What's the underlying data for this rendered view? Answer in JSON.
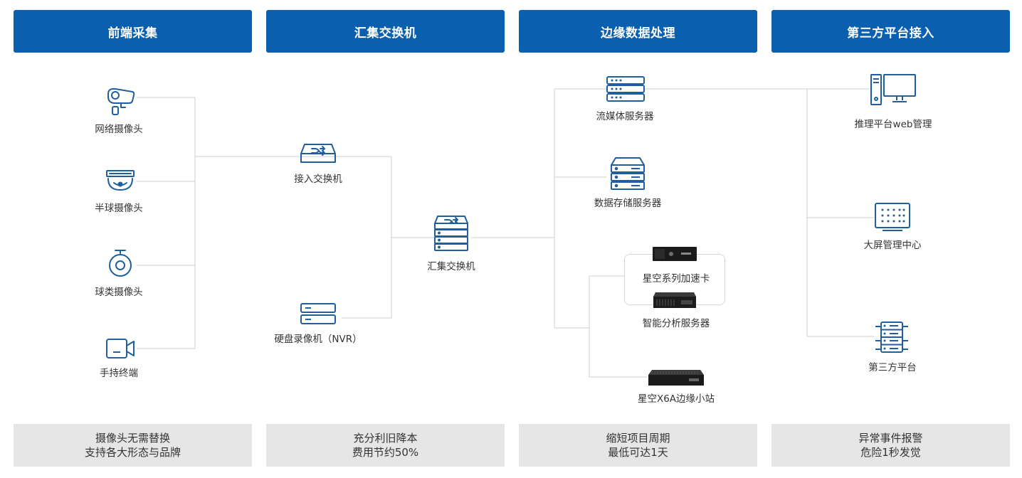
{
  "columns": [
    {
      "header": "前端采集",
      "footer": [
        "摄像头无需替换",
        "支持各大形态与品牌"
      ]
    },
    {
      "header": "汇集交换机",
      "footer": [
        "充分利旧降本",
        "费用节约50%"
      ]
    },
    {
      "header": "边缘数据处理",
      "footer": [
        "缩短项目周期",
        "最低可达1天"
      ]
    },
    {
      "header": "第三方平台接入",
      "footer": [
        "异常事件报警",
        "危险1秒发觉"
      ]
    }
  ],
  "nodes": {
    "network_camera": {
      "label": "网络摄像头",
      "icon": "network-camera-icon"
    },
    "dome_camera": {
      "label": "半球摄像头",
      "icon": "dome-camera-icon"
    },
    "ball_camera": {
      "label": "球类摄像头",
      "icon": "ball-camera-icon"
    },
    "handheld": {
      "label": "手持终端",
      "icon": "handheld-terminal-icon"
    },
    "access_switch": {
      "label": "接入交换机",
      "icon": "switch-icon"
    },
    "nvr": {
      "label": "硬盘录像机（NVR）",
      "icon": "nvr-icon"
    },
    "core_switch": {
      "label": "汇集交换机",
      "icon": "stacked-switch-icon"
    },
    "streaming_server": {
      "label": "流媒体服务器",
      "icon": "streaming-server-icon"
    },
    "storage_server": {
      "label": "数据存储服务器",
      "icon": "storage-server-icon"
    },
    "accel_card": {
      "label": "星空系列加速卡",
      "icon": "accelerator-card-image"
    },
    "analysis_server": {
      "label": "智能分析服务器",
      "icon": "analysis-server-image"
    },
    "edge_station": {
      "label": "星空X6A边缘小站",
      "icon": "edge-station-image"
    },
    "web_mgmt": {
      "label": "推理平台web管理",
      "icon": "desktop-computer-icon"
    },
    "screen_center": {
      "label": "大屏管理中心",
      "icon": "display-grid-icon"
    },
    "third_party": {
      "label": "第三方平台",
      "icon": "server-rack-icon"
    }
  },
  "colors": {
    "header_bg": "#0a5fae",
    "footer_bg": "#e6e6e6",
    "icon_stroke": "#1f5f9e",
    "line": "#cfcfcf"
  }
}
